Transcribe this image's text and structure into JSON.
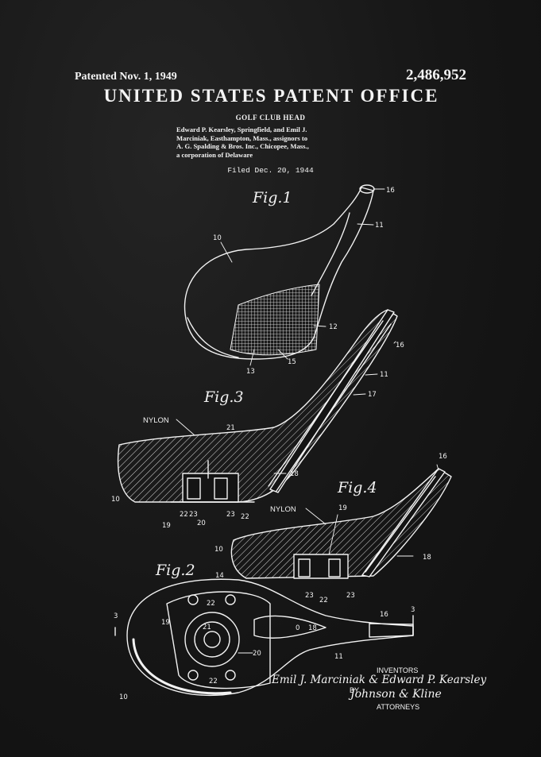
{
  "header": {
    "patented": "Patented Nov. 1, 1949",
    "number": "2,486,952",
    "office": "UNITED STATES PATENT OFFICE",
    "subject": "GOLF CLUB HEAD",
    "assignment_lines": [
      "Edward P. Kearsley, Springfield, and Emil J.",
      "Marciniak, Easthampton, Mass., assignors to",
      "A. G. Spalding & Bros. Inc., Chicopee, Mass.,",
      "a corporation of Delaware"
    ],
    "filed": "Filed Dec. 20, 1944"
  },
  "figures": {
    "fig1": "Fig.1",
    "fig2": "Fig.2",
    "fig3": "Fig.3",
    "fig4": "Fig.4",
    "nylon": "NYLON"
  },
  "reference_numerals": {
    "fig1": [
      "16",
      "11",
      "10",
      "12",
      "13",
      "15"
    ],
    "fig3": [
      "16",
      "11",
      "17",
      "21",
      "18",
      "10",
      "19",
      "22",
      "23",
      "20",
      "23",
      "22"
    ],
    "fig4": [
      "16",
      "19",
      "18",
      "10",
      "23",
      "22",
      "23"
    ],
    "fig2": [
      "14",
      "22",
      "3",
      "19",
      "21",
      "0",
      "18",
      "16",
      "3",
      "20",
      "11",
      "22",
      "10"
    ]
  },
  "signatures": {
    "inventors_label": "INVENTORS",
    "inventor_names": "Emil J. Marciniak  & Edward P. Kearsley",
    "by": "BY",
    "attorney_signature": "Johnson & Kline",
    "attorneys_label": "ATTORNEYS"
  },
  "colors": {
    "background": "#141414",
    "ink": "#f2f2f2"
  }
}
